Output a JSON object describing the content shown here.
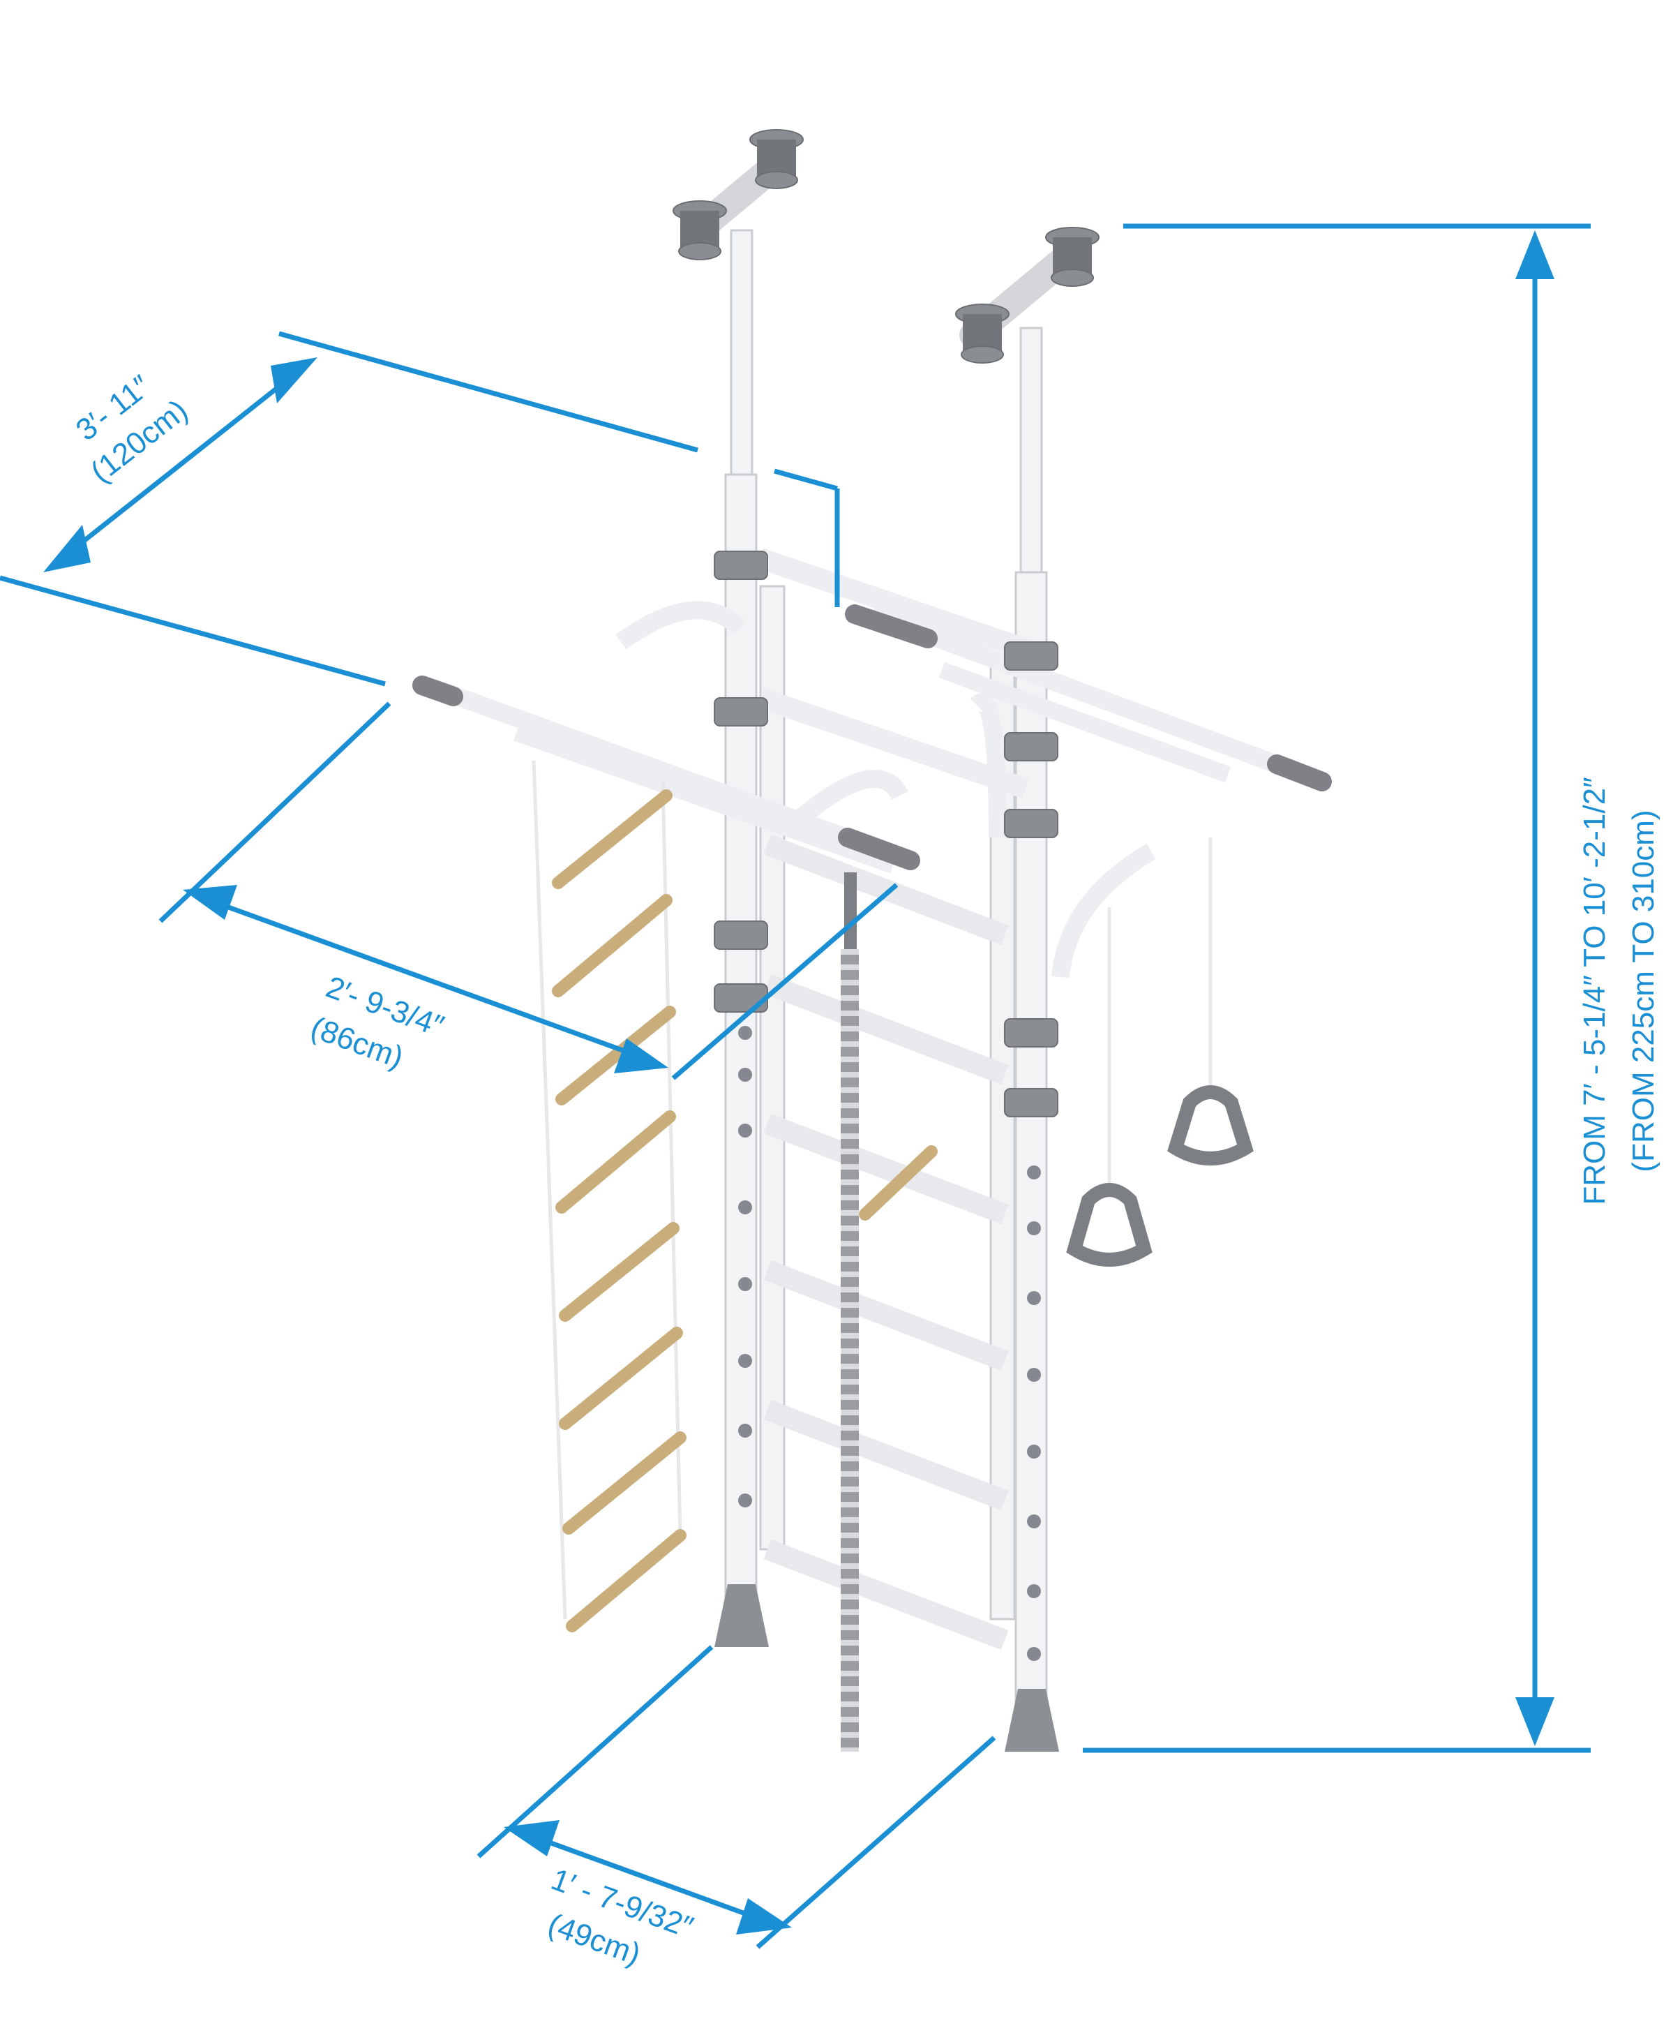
{
  "dimensions": {
    "width": {
      "line1": "3′- 11″",
      "line2": "(120cm)"
    },
    "depth": {
      "line1": "2′- 9-3/4″",
      "line2": "(86cm)"
    },
    "base": {
      "line1": "1′ - 7-9/32″",
      "line2": "(49cm)"
    },
    "height": {
      "line1": "FROM 7′ - 5-1/4″ TO  10′ -2-1/2″",
      "line2": "(FROM 225cm  TO  310cm)"
    }
  },
  "colors": {
    "dimension": "#1a8fd4",
    "frame": "#f2f3f5",
    "fittings": "#8a8d92",
    "wood": "#c9ae7c"
  }
}
